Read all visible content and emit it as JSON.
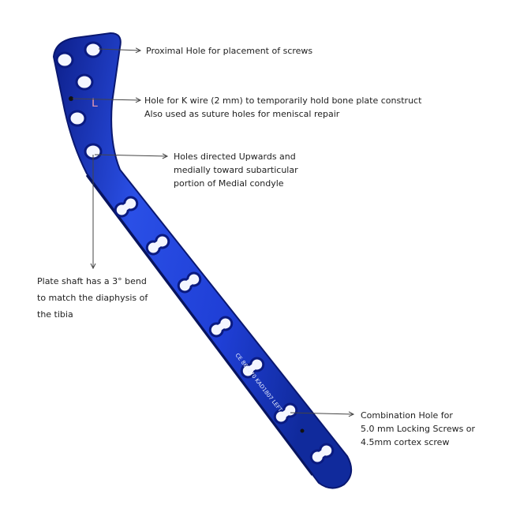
{
  "colors": {
    "plate": "#1f3fd6",
    "plate_dark": "#0d1f8a",
    "plate_light": "#4f78f5",
    "text": "#1e1e1e",
    "leader": "#444444"
  },
  "annotations": {
    "proximal": {
      "lines": [
        "Proximal Hole for placement of screws"
      ]
    },
    "kwire": {
      "lines": [
        "Hole for K wire (2 mm) to temporarily hold bone plate construct",
        "Also used as suture holes for meniscal repair"
      ]
    },
    "directed": {
      "lines": [
        "Holes directed Upwards and",
        "medially toward subarticular",
        "portion of Medial condyle"
      ]
    },
    "shaft": {
      "lines": [
        "Plate shaft has a 3° bend",
        "to match the diaphysis of",
        "the tibia"
      ]
    },
    "combination": {
      "lines": [
        "Combination Hole for",
        "5.0 mm Locking Screws or",
        "4.5mm cortex screw"
      ]
    }
  },
  "plate": {
    "side_marker": "L",
    "engraving": "CE 860270 KAD1807 LEFT"
  }
}
